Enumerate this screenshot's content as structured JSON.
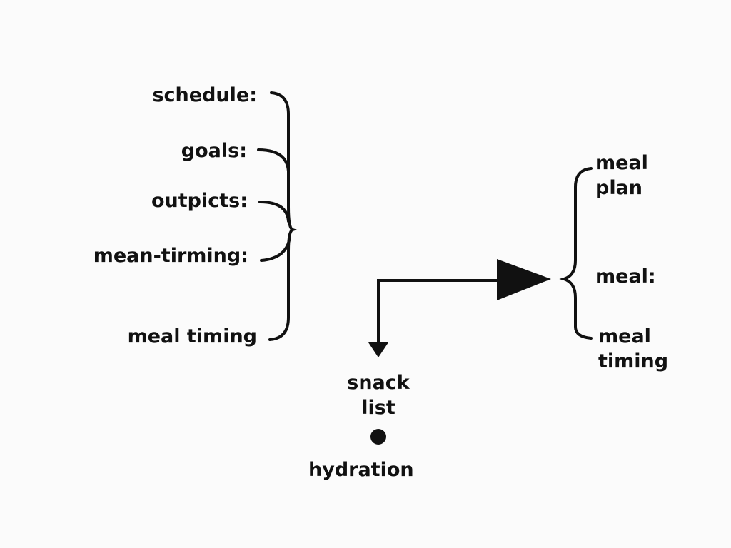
{
  "left_group": {
    "items": [
      "schedule:",
      "goals:",
      "outpicts:",
      "mean-tirming:",
      "meal timing"
    ]
  },
  "right_group": {
    "meal_plan": "meal\nplan",
    "meal": "meal:",
    "meal_timing": "meal\ntiming"
  },
  "bottom": {
    "snack_list": "snack\nlist",
    "hydration": "hydration"
  },
  "colors": {
    "ink": "#111111",
    "background": "#fbfbfb"
  }
}
